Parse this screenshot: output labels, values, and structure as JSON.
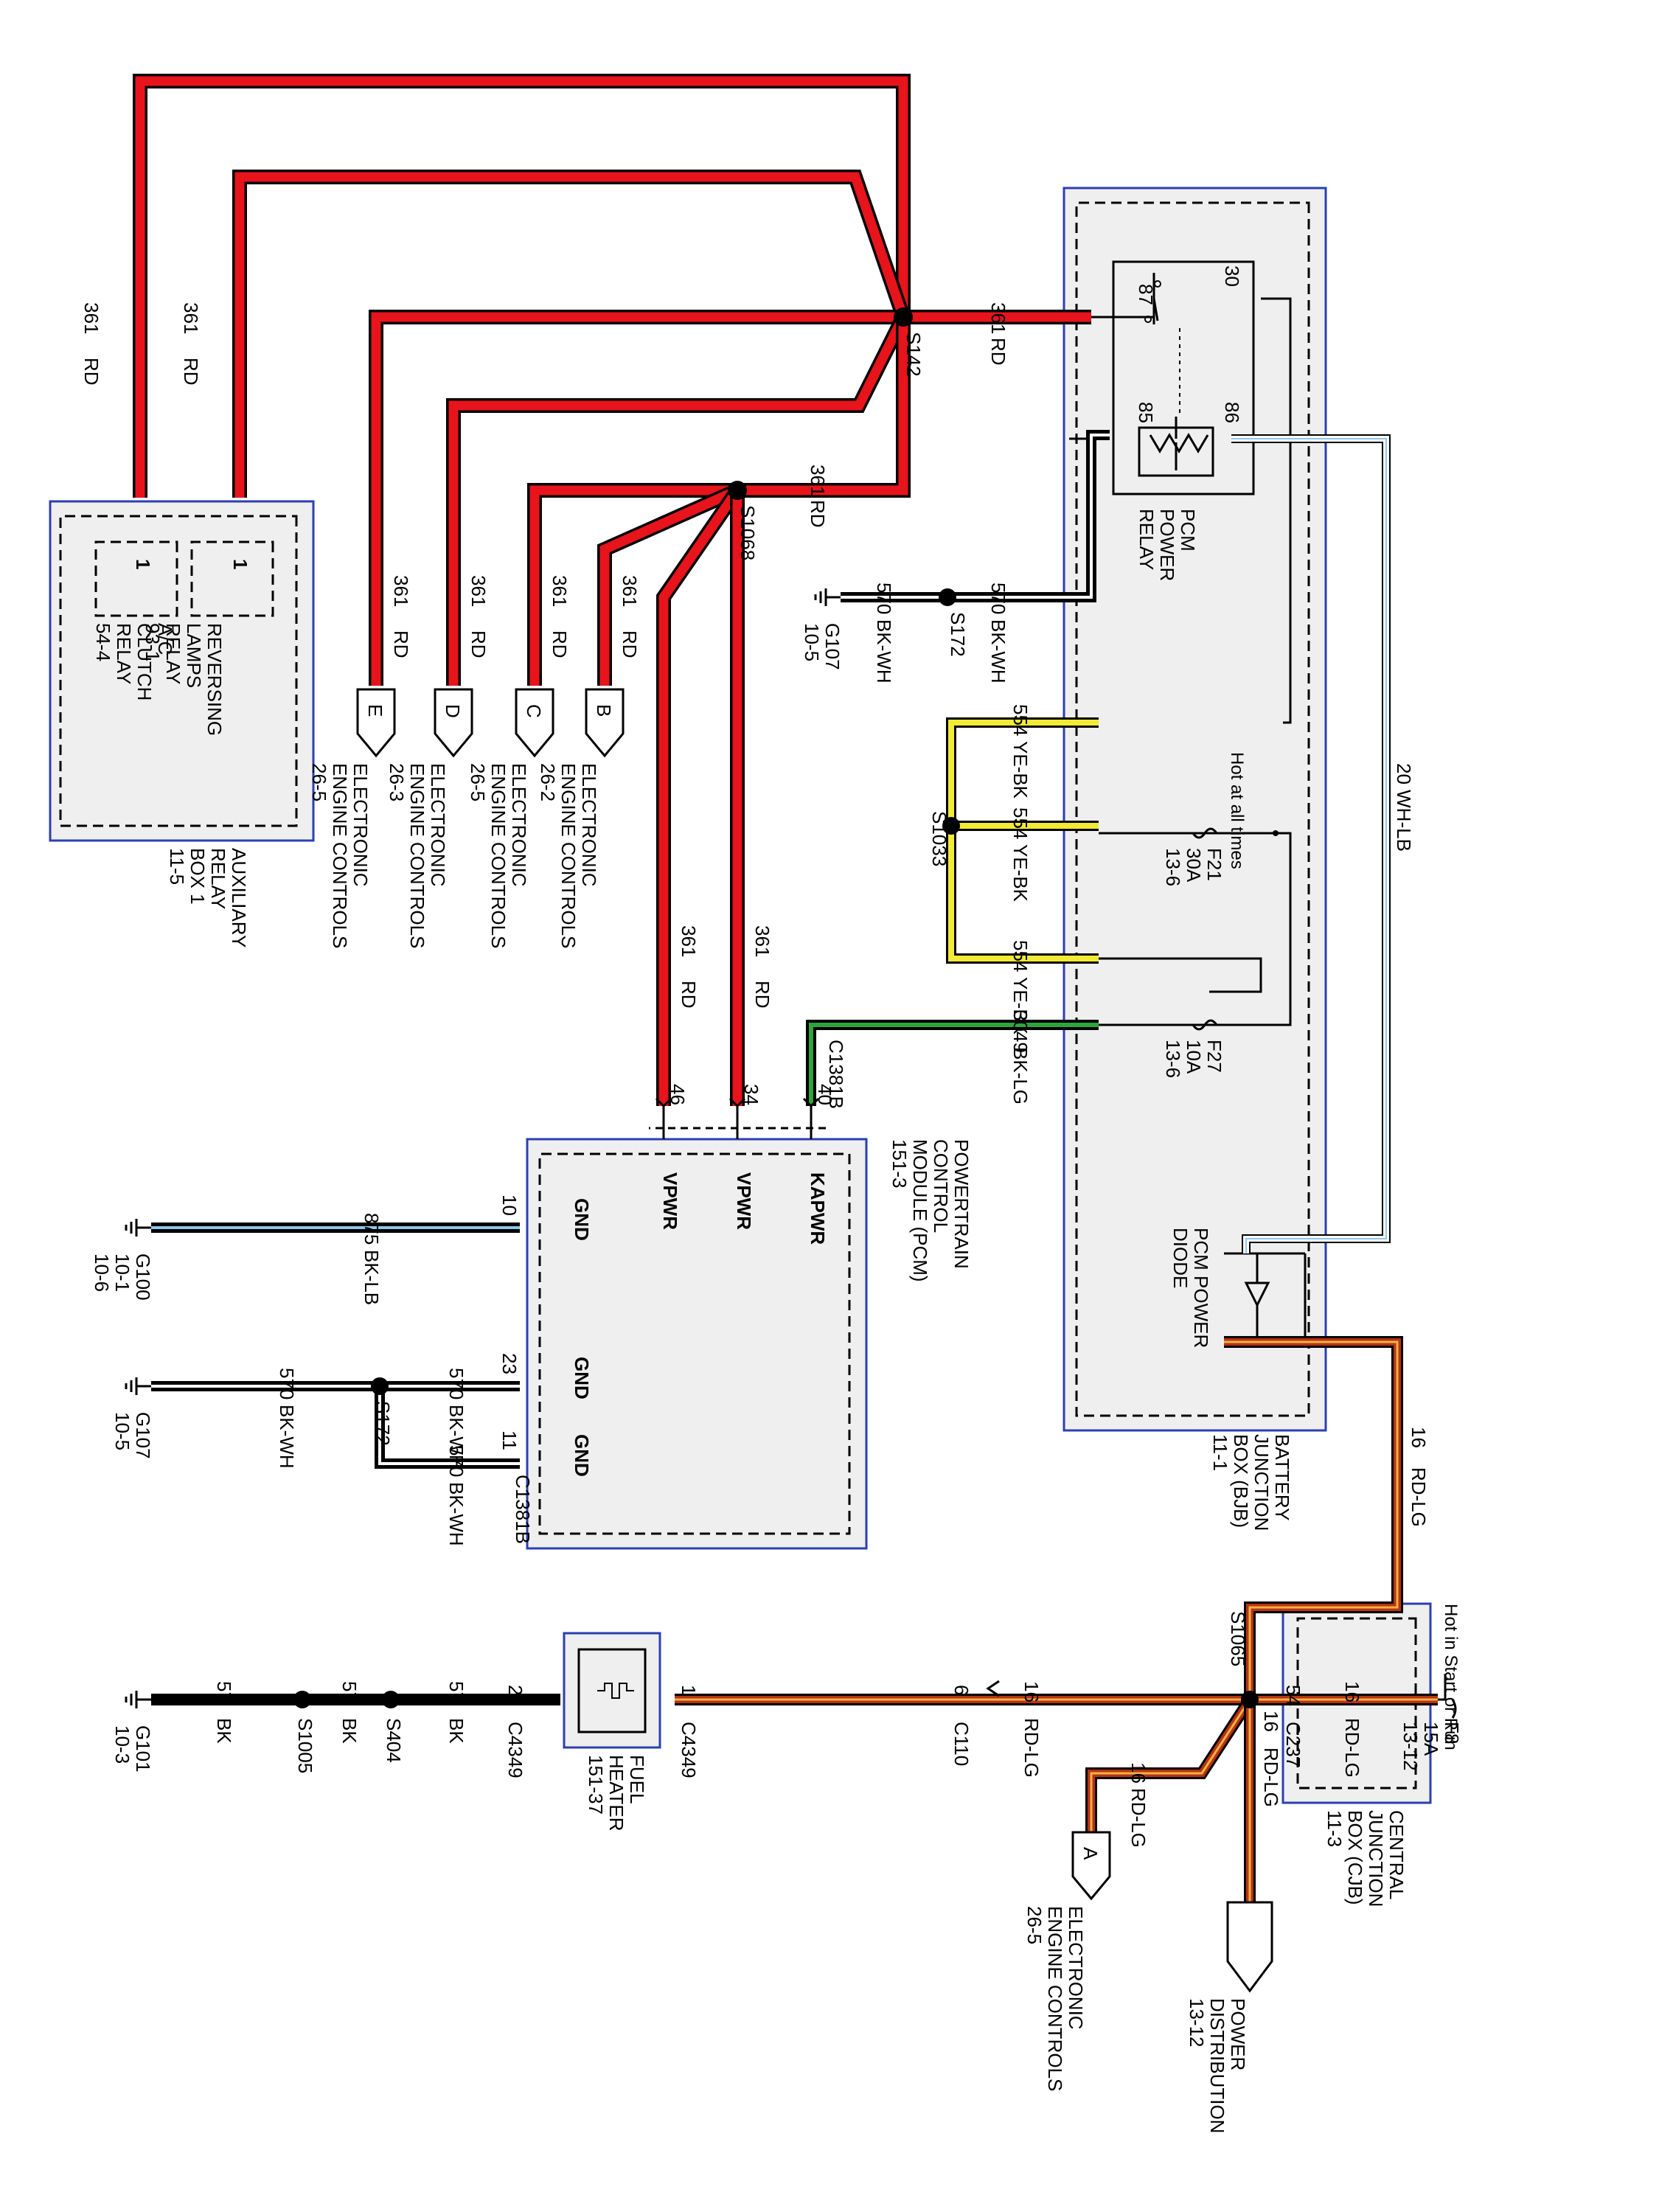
{
  "wires": {
    "w361": {
      "circuit": "361",
      "color": "RD"
    },
    "w570": {
      "circuit": "570",
      "color": "BK-WH"
    },
    "w554": {
      "circuit": "554",
      "color": "YE-BK"
    },
    "w3049": {
      "circuit": "3049",
      "color": "BK-LG"
    },
    "w20": {
      "label": "20   WH-LB"
    },
    "w16": {
      "circuit": "16",
      "color": "RD-LG"
    },
    "w875": {
      "circuit": "875",
      "color": "BK-LB"
    },
    "w57": {
      "circuit": "57",
      "color": "BK"
    }
  },
  "splices": {
    "s142": "S142",
    "s1068": "S1068",
    "s172": "S172",
    "s1033": "S1033",
    "s1065": "S1065",
    "s1005": "S1005",
    "s404": "S404"
  },
  "connectors": {
    "c1381b": "C1381B",
    "c4349": "C4349",
    "c110": "C110",
    "c237": "C237"
  },
  "grounds": {
    "g107": [
      "G107",
      "10-5"
    ],
    "g100": [
      "G100",
      "10-1",
      "10-6"
    ],
    "g101": [
      "G101",
      "10-3"
    ]
  },
  "aux_relay_box": {
    "name": [
      "AUXILIARY",
      "RELAY",
      "BOX 1",
      "11-5"
    ],
    "reversing": [
      "REVERSING",
      "LAMPS",
      "RELAY",
      "93-1"
    ],
    "ac_clutch": [
      "A/C",
      "CLUTCH",
      "RELAY",
      "54-4"
    ],
    "pin": "1"
  },
  "eec_refs": [
    {
      "letter": "E",
      "lines": [
        "ELECTRONIC",
        "ENGINE CONTROLS",
        "26-5"
      ]
    },
    {
      "letter": "D",
      "lines": [
        "ELECTRONIC",
        "ENGINE CONTROLS",
        "26-3"
      ]
    },
    {
      "letter": "C",
      "lines": [
        "ELECTRONIC",
        "ENGINE CONTROLS",
        "26-5"
      ]
    },
    {
      "letter": "B",
      "lines": [
        "ELECTRONIC",
        "ENGINE CONTROLS",
        "26-2"
      ]
    }
  ],
  "eec_a": {
    "letter": "A",
    "lines": [
      "ELECTRONIC",
      "ENGINE CONTROLS",
      "26-5"
    ]
  },
  "power_dist": [
    "POWER",
    "DISTRIBUTION",
    "13-12"
  ],
  "bjb": {
    "name": [
      "BATTERY",
      "JUNCTION",
      "BOX (BJB)",
      "11-1"
    ],
    "hot_label": "Hot at all times",
    "relay": {
      "label": [
        "PCM",
        "POWER",
        "RELAY"
      ],
      "pins": [
        "87",
        "30",
        "85",
        "86"
      ]
    },
    "f21": [
      "F21",
      "30A",
      "13-6"
    ],
    "f27": [
      "F27",
      "10A",
      "13-6"
    ],
    "diode": [
      "PCM POWER",
      "DIODE"
    ]
  },
  "pcm": {
    "name": [
      "POWERTRAIN",
      "CONTROL",
      "MODULE (PCM)",
      "151-3"
    ],
    "pins": {
      "kapwr": "40",
      "vpwr1": "34",
      "vpwr2": "46",
      "gnd1": "10",
      "gnd2": "23",
      "gnd3": "11"
    },
    "labels": {
      "kapwr": "KAPWR",
      "vpwr": "VPWR",
      "gnd": "GND"
    }
  },
  "fuel_heater": {
    "name": [
      "FUEL",
      "HEATER",
      "151-37"
    ],
    "pin_in": "1",
    "pin_out": "2"
  },
  "c110_pin": "6",
  "c237_pin": "54",
  "cjb": {
    "name": [
      "CENTRAL",
      "JUNCTION",
      "BOX (CJB)",
      "11-3"
    ],
    "hot_label": "Hot in Start or Run",
    "fuse": [
      "F8",
      "15A",
      "13-12"
    ]
  }
}
